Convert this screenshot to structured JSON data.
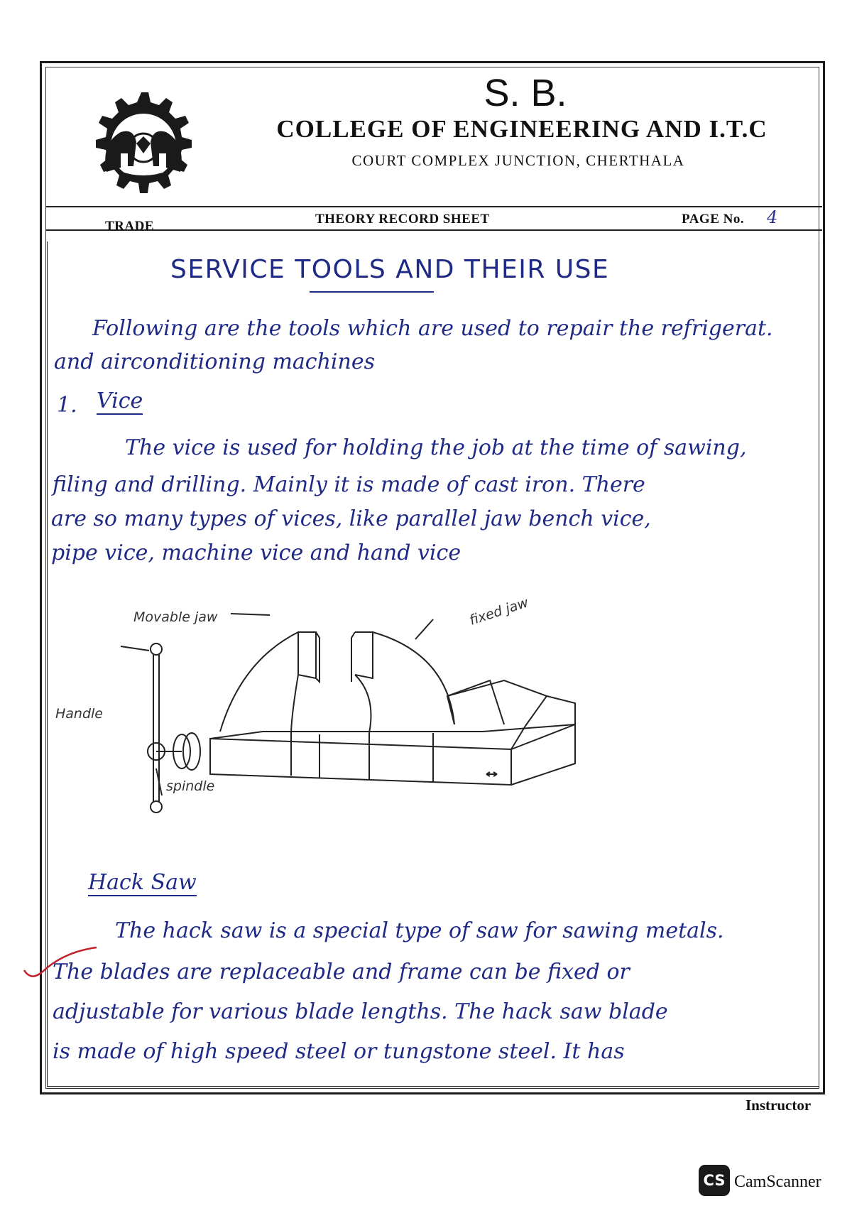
{
  "header": {
    "abbr": "S. B.",
    "name": "COLLEGE  OF  ENGINEERING  AND  I.T.C",
    "address": "COURT  COMPLEX  JUNCTION,  CHERTHALA",
    "trade_label": "TRADE",
    "sheet_label": "THEORY  RECORD  SHEET",
    "page_label": "PAGE  No.",
    "page_value": "4"
  },
  "content": {
    "title": "SERVICE  TOOLS AND THEIR USE",
    "intro": [
      "Following are the tools which are used to repair the refrigerat.",
      "and airconditioning machines"
    ],
    "section1_number": "1.",
    "section1_heading": "Vice",
    "section1_paragraph": [
      "The vice is used for holding the job at the time of sawing,",
      "filing and drilling. Mainly it is made of cast iron. There",
      "are so many types of vices, like parallel jaw bench vice,",
      "pipe vice, machine vice and hand vice"
    ],
    "diagram_labels": {
      "movable_jaw": "Movable jaw",
      "fixed_jaw": "fixed jaw",
      "handle": "Handle",
      "spindle": "spindle"
    },
    "section2_heading": "Hack Saw",
    "section2_paragraph": [
      "The hack saw is a special type of saw for sawing metals.",
      "The blades are replaceable and frame can be fixed or",
      "adjustable for various blade lengths. The hack saw blade",
      "is made of high speed steel or tungstone steel. It has"
    ]
  },
  "footer": {
    "instructor_label": "Instructor",
    "scanner_logo": "CS",
    "scanner_brand": "CamScanner"
  }
}
